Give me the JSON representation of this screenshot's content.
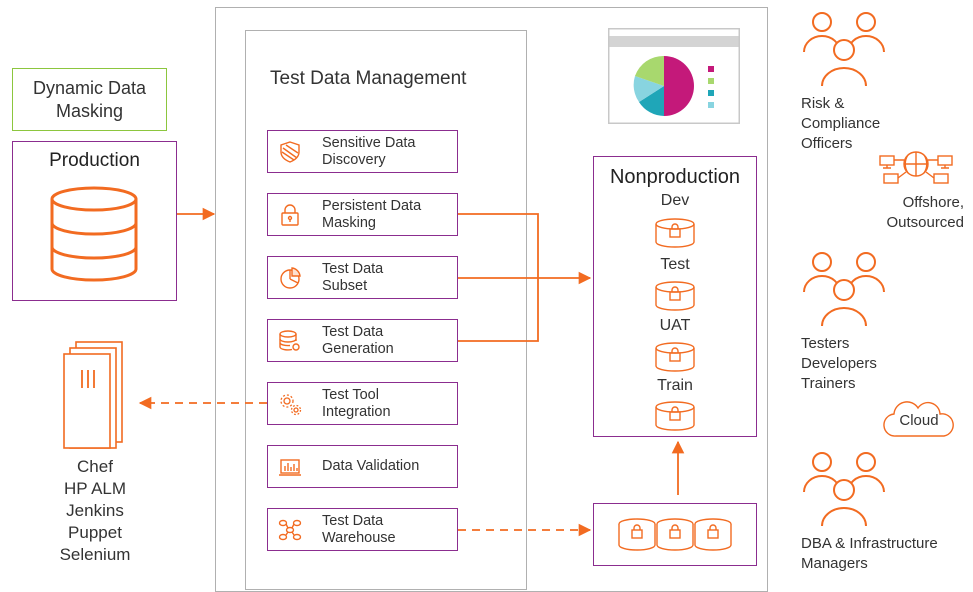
{
  "dynamic_masking": {
    "label": "Dynamic Data\nMasking"
  },
  "production": {
    "title": "Production"
  },
  "tdm": {
    "title": "Test Data Management",
    "tools": [
      {
        "label": "Sensitive Data\nDiscovery",
        "icon": "shield-icon"
      },
      {
        "label": "Persistent Data\nMasking",
        "icon": "lock-icon"
      },
      {
        "label": "Test Data\nSubset",
        "icon": "pie-icon"
      },
      {
        "label": "Test Data\nGeneration",
        "icon": "database-gear-icon"
      },
      {
        "label": "Test Tool\nIntegration",
        "icon": "gears-icon"
      },
      {
        "label": "Data Validation",
        "icon": "bar-chart-icon"
      },
      {
        "label": "Test Data\nWarehouse",
        "icon": "network-icon"
      }
    ]
  },
  "nonproduction": {
    "title": "Nonproduction",
    "envs": [
      "Dev",
      "Test",
      "UAT",
      "Train"
    ]
  },
  "tools_list": [
    "Chef",
    "HP ALM",
    "Jenkins",
    "Puppet",
    "Selenium"
  ],
  "groups": {
    "risk": "Risk &\nCompliance\nOfficers",
    "offshore": "Offshore,\nOutsourced",
    "testers": "Testers\nDevelopers\nTrainers",
    "cloud": "Cloud",
    "dba": "DBA & Infrastructure\nManagers"
  },
  "colors": {
    "accent": "#f26b21",
    "frame": "#8b2d8f",
    "pie": [
      "#c4197a",
      "#1fa6b8",
      "#a8d86e",
      "#88d4e0"
    ]
  }
}
